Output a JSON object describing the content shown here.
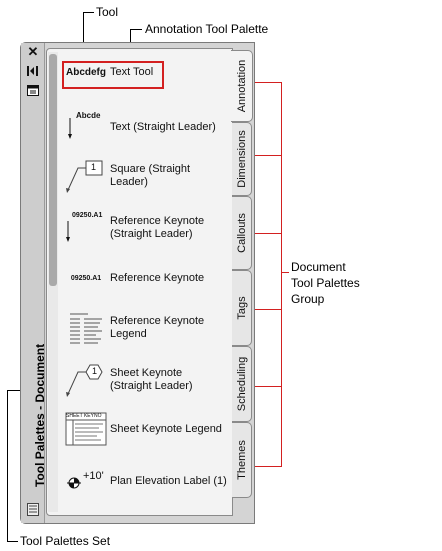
{
  "callouts": {
    "tool": "Tool",
    "annotation_palette": "Annotation Tool Palette",
    "group": "Document\nTool Palettes\nGroup",
    "set": "Tool Palettes Set"
  },
  "palette": {
    "title": "Tool Palettes - Document",
    "titlebar_icons": [
      "close-icon",
      "auto-hide-icon",
      "properties-icon"
    ],
    "footer_icon": "palette-menu-icon"
  },
  "tools": [
    {
      "label": "Text Tool",
      "icon": "text-sample-icon",
      "sample": "Abcdefg"
    },
    {
      "label": "Text (Straight Leader)",
      "icon": "text-leader-icon",
      "sample": "Abcde"
    },
    {
      "label": "Square (Straight\nLeader)",
      "icon": "square-leader-icon",
      "sample": "1"
    },
    {
      "label": "Reference Keynote\n(Straight Leader)",
      "icon": "keynote-leader-icon",
      "sample": "09250.A1"
    },
    {
      "label": "Reference Keynote",
      "icon": "keynote-icon",
      "sample": "09250.A1"
    },
    {
      "label": "Reference Keynote\nLegend",
      "icon": "keynote-legend-icon"
    },
    {
      "label": "Sheet Keynote\n(Straight Leader)",
      "icon": "hexagon-leader-icon",
      "sample": "1"
    },
    {
      "label": "Sheet Keynote Legend",
      "icon": "sheet-keynote-legend-icon",
      "sample": "SHEET KEYNO"
    },
    {
      "label": "Plan Elevation Label (1)",
      "icon": "elevation-label-icon",
      "sample": "+10'"
    }
  ],
  "tabs": [
    {
      "label": "Annotation",
      "active": true
    },
    {
      "label": "Dimensions",
      "active": false
    },
    {
      "label": "Callouts",
      "active": false
    },
    {
      "label": "Tags",
      "active": false
    },
    {
      "label": "Scheduling",
      "active": false
    },
    {
      "label": "Themes",
      "active": false
    }
  ]
}
